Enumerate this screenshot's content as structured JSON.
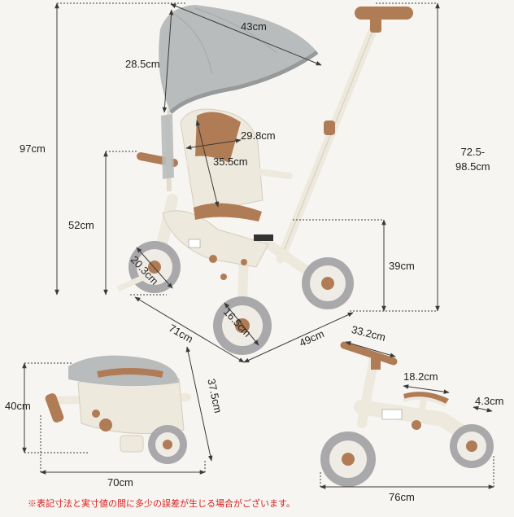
{
  "dimensions": {
    "canopy_width": "43cm",
    "canopy_depth": "28.5cm",
    "total_height": "97cm",
    "handle_height": "72.5-\n98.5cm",
    "seat_width": "29.8cm",
    "backrest_height": "35.5cm",
    "seat_height": "52cm",
    "front_wheel": "20.3cm",
    "footrest_height": "39cm",
    "rear_wheel": "16.5cm",
    "length": "71cm",
    "width": "49cm",
    "folded_height": "40cm",
    "folded_depth": "37.5cm",
    "folded_length": "70cm",
    "bike_handlebar": "33.2cm",
    "bike_seat": "18.2cm",
    "bike_seat_thickness": "4.3cm",
    "bike_length": "76cm"
  },
  "note": "※表記寸法と実寸値の間に多少の誤差が生じる場合がございます。",
  "colors": {
    "frame": "#eee9dd",
    "canopy": "#b9bcbc",
    "brown": "#b07c56",
    "tire": "#a9a9ab",
    "line": "#3a3a3a",
    "note": "#d81c1c"
  }
}
